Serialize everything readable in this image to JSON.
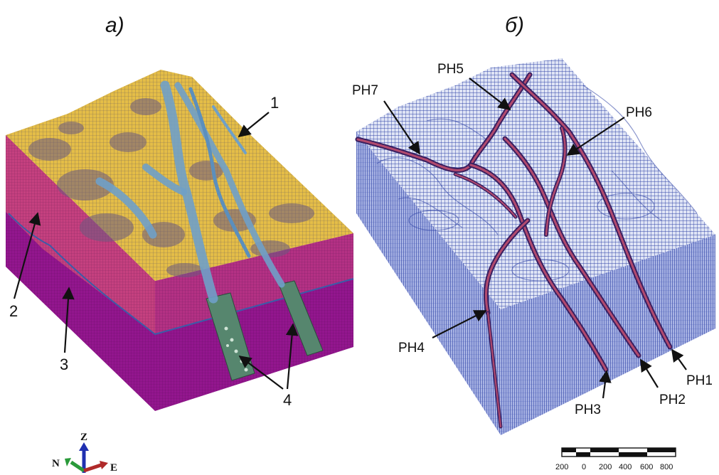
{
  "panels": {
    "a": {
      "label": "а)"
    },
    "b": {
      "label": "б)"
    }
  },
  "callouts_a": [
    "1",
    "2",
    "3",
    "4"
  ],
  "rh_labels": [
    "PH7",
    "PH5",
    "PH6",
    "PH4",
    "PH3",
    "PH2",
    "PH1"
  ],
  "compass": {
    "z": "Z",
    "n": "N",
    "e": "E"
  },
  "scale_bar": {
    "ticks": [
      "200",
      "0",
      "200",
      "400",
      "600",
      "800"
    ]
  },
  "colors": {
    "terrain": "#e4bd47",
    "terrain_dark": "#6b5a80",
    "side_magenta": "#93168e",
    "side_magenta_dark": "#6e0f6b",
    "layer_pink": "#c5407f",
    "river": "#6fa0c8",
    "channel_green": "#56866e",
    "mesh_blue": "#2f43a6",
    "mesh_light": "#7d8fd0",
    "river_red": "#9a2f57"
  }
}
